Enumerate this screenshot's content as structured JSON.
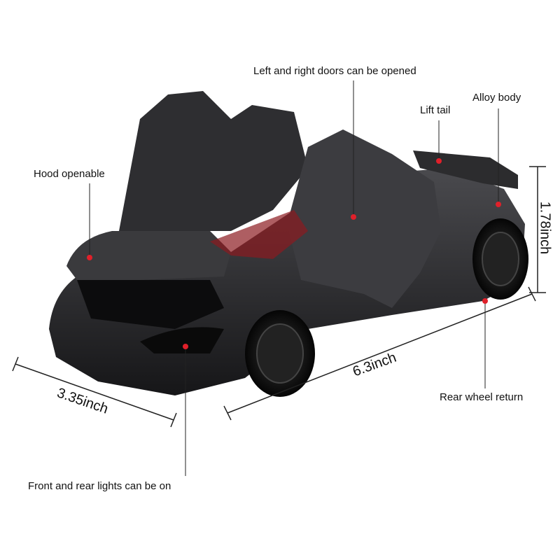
{
  "annotations": {
    "doors": "Left and right doors can be opened",
    "lift_tail": "Lift tail",
    "alloy_body": "Alloy body",
    "hood": "Hood openable",
    "lights": "Front and rear lights can be on",
    "rear_wheel": "Rear wheel return"
  },
  "dimensions": {
    "height": "1.78inch",
    "length": "6.3inch",
    "width": "3.35inch"
  },
  "colors": {
    "marker": "#e0202a",
    "car_body": "#2a2a2c",
    "text": "#111111"
  }
}
